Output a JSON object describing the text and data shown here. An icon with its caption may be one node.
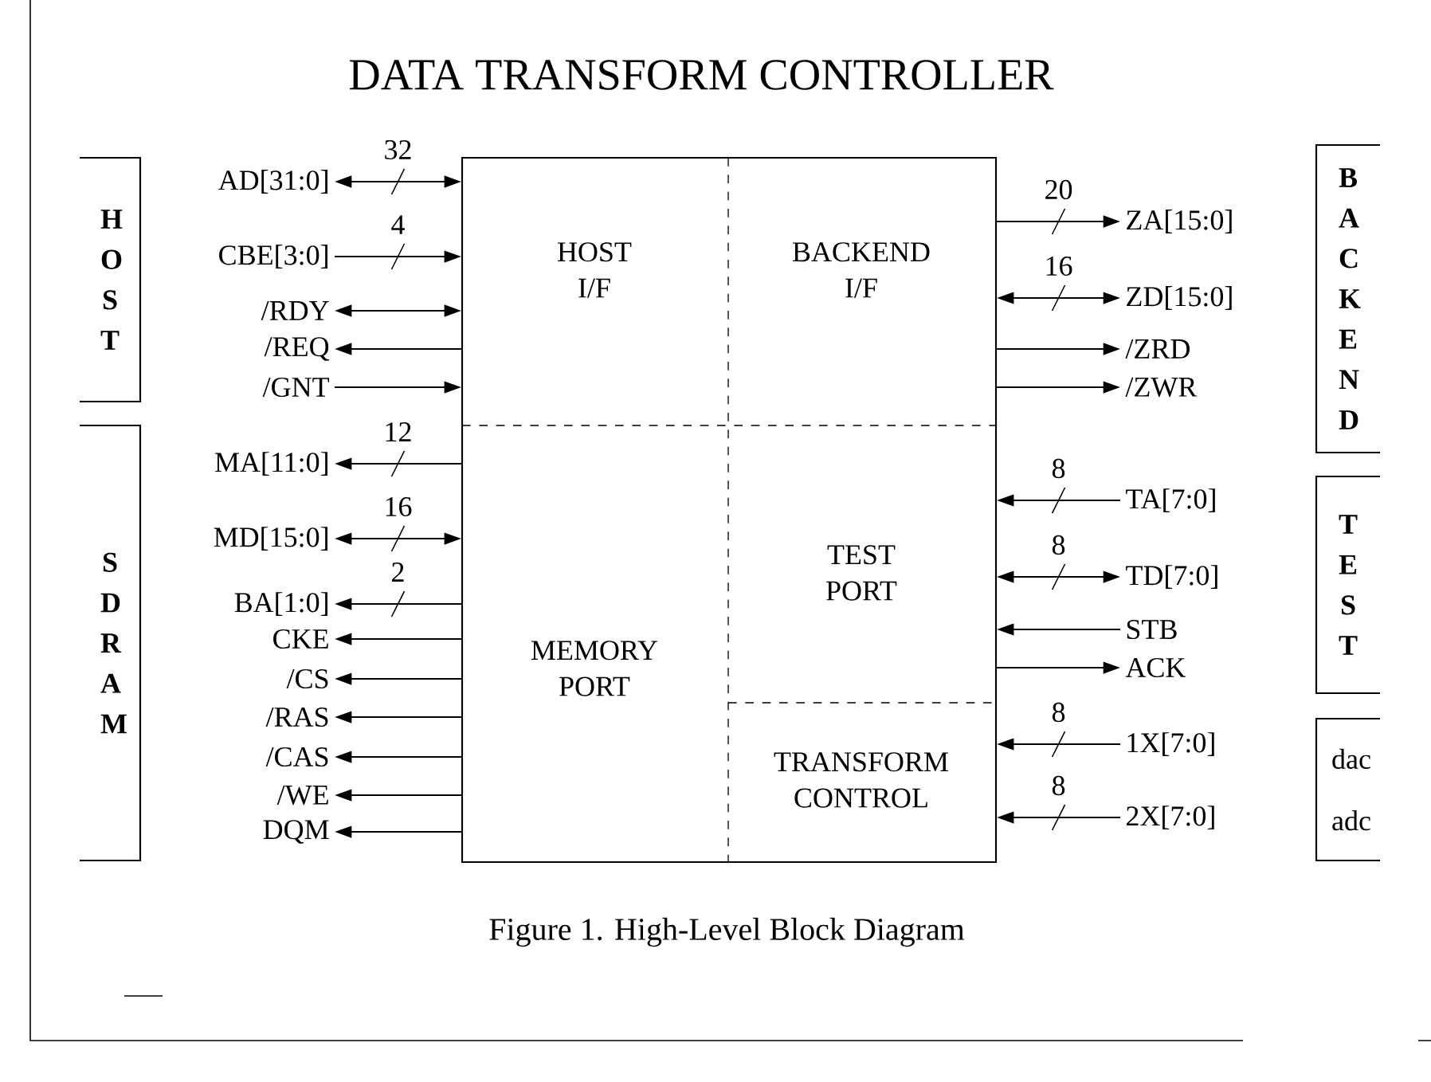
{
  "diagram": {
    "title": "DATA TRANSFORM CONTROLLER",
    "caption": "Figure 1.  High-Level Block Diagram",
    "nodes": [
      {
        "text": [],
        "shape": "box"
      },
      {
        "text": [
          "HOST I/F"
        ],
        "in": 0
      },
      {
        "text": [
          "BACKEND I/F"
        ],
        "in": 0
      },
      {
        "text": [
          "MEMORY PORT"
        ],
        "in": 0
      },
      {
        "text": [
          "TEST PORT"
        ],
        "in": 0
      },
      {
        "text": [
          "TRANSFORM CONTROL"
        ],
        "in": 0
      },
      {
        "text": [
          "H O S T"
        ]
      },
      {
        "text": [
          "S D R A M"
        ]
      },
      {
        "text": [
          "B A C K E N D"
        ]
      },
      {
        "text": [
          "T E S T"
        ]
      },
      {
        "text": [
          "dac",
          "adc"
        ]
      },
      {
        "text": [
          "AD[31:0]"
        ]
      },
      {
        "text": [
          "CBE[3:0]"
        ]
      },
      {
        "text": [
          "/RDY"
        ]
      },
      {
        "text": [
          "/REQ"
        ]
      },
      {
        "text": [
          "/GNT"
        ]
      },
      {
        "text": [
          "MA[11:0]"
        ]
      },
      {
        "text": [
          "MD[15:0]"
        ]
      },
      {
        "text": [
          "BA[1:0]"
        ]
      },
      {
        "text": [
          "CKE"
        ]
      },
      {
        "text": [
          "/CS"
        ]
      },
      {
        "text": [
          "/RAS"
        ]
      },
      {
        "text": [
          "/CAS"
        ]
      },
      {
        "text": [
          "/WE"
        ]
      },
      {
        "text": [
          "DQM"
        ]
      },
      {
        "text": [
          "ZA[15:0]"
        ]
      },
      {
        "text": [
          "ZD[15:0]"
        ]
      },
      {
        "text": [
          "/ZRD"
        ]
      },
      {
        "text": [
          "/ZWR"
        ]
      },
      {
        "text": [
          "TA[7:0]"
        ]
      },
      {
        "text": [
          "TD[7:0]"
        ]
      },
      {
        "text": [
          "STB"
        ]
      },
      {
        "text": [
          "ACK"
        ]
      },
      {
        "text": [
          "1X[7:0]"
        ]
      },
      {
        "text": [
          "2X[7:0]"
        ]
      }
    ],
    "edges": [
      {
        "from": 0,
        "to": 11,
        "arrow": "both",
        "label": "32"
      },
      {
        "from": 12,
        "to": 0,
        "arrow": "to",
        "label": "4"
      },
      {
        "from": 0,
        "to": 13,
        "arrow": "both"
      },
      {
        "from": 0,
        "to": 14,
        "arrow": "to"
      },
      {
        "from": 15,
        "to": 0,
        "arrow": "to"
      },
      {
        "from": 0,
        "to": 16,
        "arrow": "to",
        "label": "12"
      },
      {
        "from": 0,
        "to": 17,
        "arrow": "both",
        "label": "16"
      },
      {
        "from": 0,
        "to": 18,
        "arrow": "to",
        "label": "2"
      },
      {
        "from": 0,
        "to": 19,
        "arrow": "to"
      },
      {
        "from": 0,
        "to": 20,
        "arrow": "to"
      },
      {
        "from": 0,
        "to": 21,
        "arrow": "to"
      },
      {
        "from": 0,
        "to": 22,
        "arrow": "to"
      },
      {
        "from": 0,
        "to": 23,
        "arrow": "to"
      },
      {
        "from": 0,
        "to": 24,
        "arrow": "to"
      },
      {
        "from": 0,
        "to": 25,
        "arrow": "to",
        "label": "20"
      },
      {
        "from": 0,
        "to": 26,
        "arrow": "both",
        "label": "16"
      },
      {
        "from": 0,
        "to": 27,
        "arrow": "to"
      },
      {
        "from": 0,
        "to": 28,
        "arrow": "to"
      },
      {
        "from": 29,
        "to": 0,
        "arrow": "to",
        "label": "8"
      },
      {
        "from": 0,
        "to": 30,
        "arrow": "both",
        "label": "8"
      },
      {
        "from": 31,
        "to": 0,
        "arrow": "to"
      },
      {
        "from": 0,
        "to": 32,
        "arrow": "to"
      },
      {
        "from": 33,
        "to": 0,
        "arrow": "to",
        "label": "8"
      },
      {
        "from": 34,
        "to": 0,
        "arrow": "to",
        "label": "8"
      }
    ]
  }
}
